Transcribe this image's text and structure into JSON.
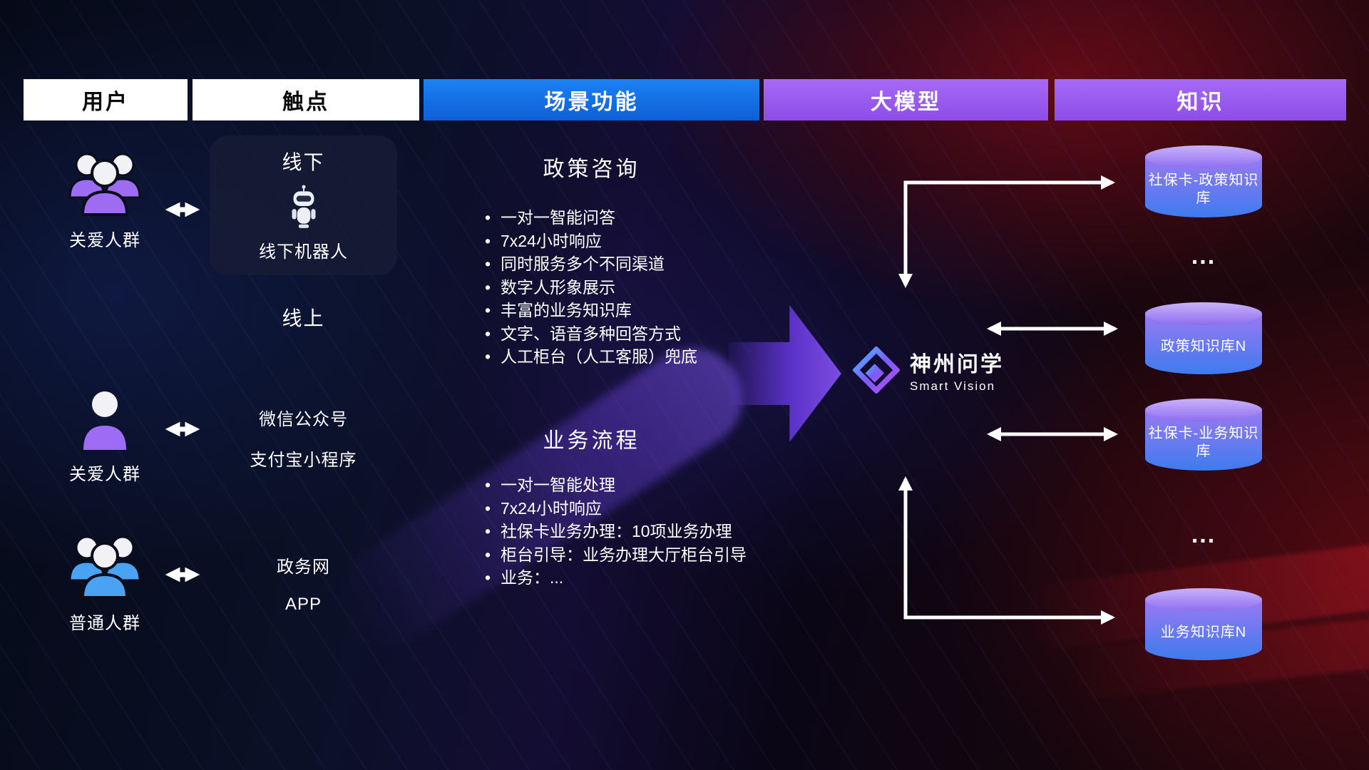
{
  "headers": [
    {
      "label": "用户"
    },
    {
      "label": "触点"
    },
    {
      "label": "场景功能"
    },
    {
      "label": "大模型"
    },
    {
      "label": "知识"
    }
  ],
  "users": [
    {
      "label": "关爱人群",
      "icon": "group-people-purple"
    },
    {
      "label": "关爱人群",
      "icon": "person-purple"
    },
    {
      "label": "普通人群",
      "icon": "group-people-blue"
    }
  ],
  "touchpoints": {
    "offline_title": "线下",
    "robot_label": "线下机器人",
    "online_title": "线上",
    "wechat": "微信公众号",
    "alipay": "支付宝小程序",
    "gov": "政务网",
    "app": "APP"
  },
  "scenario_sections": [
    {
      "title": "政策咨询",
      "items": [
        "一对一智能问答",
        "7x24小时响应",
        "同时服务多个不同渠道",
        "数字人形象展示",
        "丰富的业务知识库",
        "文字、语音多种回答方式",
        "人工柜台（人工客服）兜底"
      ]
    },
    {
      "title": "业务流程",
      "items": [
        "一对一智能处理",
        "7x24小时响应",
        "社保卡业务办理：10项业务办理",
        "柜台引导：业务办理大厅柜台引导",
        "业务：..."
      ]
    }
  ],
  "logo": {
    "name": "神州问学",
    "subtitle": "Smart Vision",
    "icon": "diamond-logo"
  },
  "knowledge": {
    "ellipsis": "...",
    "items": [
      {
        "label": "社保卡-政策知识库"
      },
      {
        "label": "政策知识库N"
      },
      {
        "label": "社保卡-业务知识库"
      },
      {
        "label": "业务知识库N"
      }
    ]
  },
  "colors": {
    "header_blue": "#1470ea",
    "header_purple": "#9c5ef2",
    "db_purple": "#9a79f2",
    "db_blue": "#3e7bee",
    "person_purple": "#9d6cf2",
    "person_blue": "#4aa2f2",
    "arrow_purple": "#6b3fd8",
    "bg_blue": "#0a1026",
    "bg_red": "#8c0f1a"
  }
}
